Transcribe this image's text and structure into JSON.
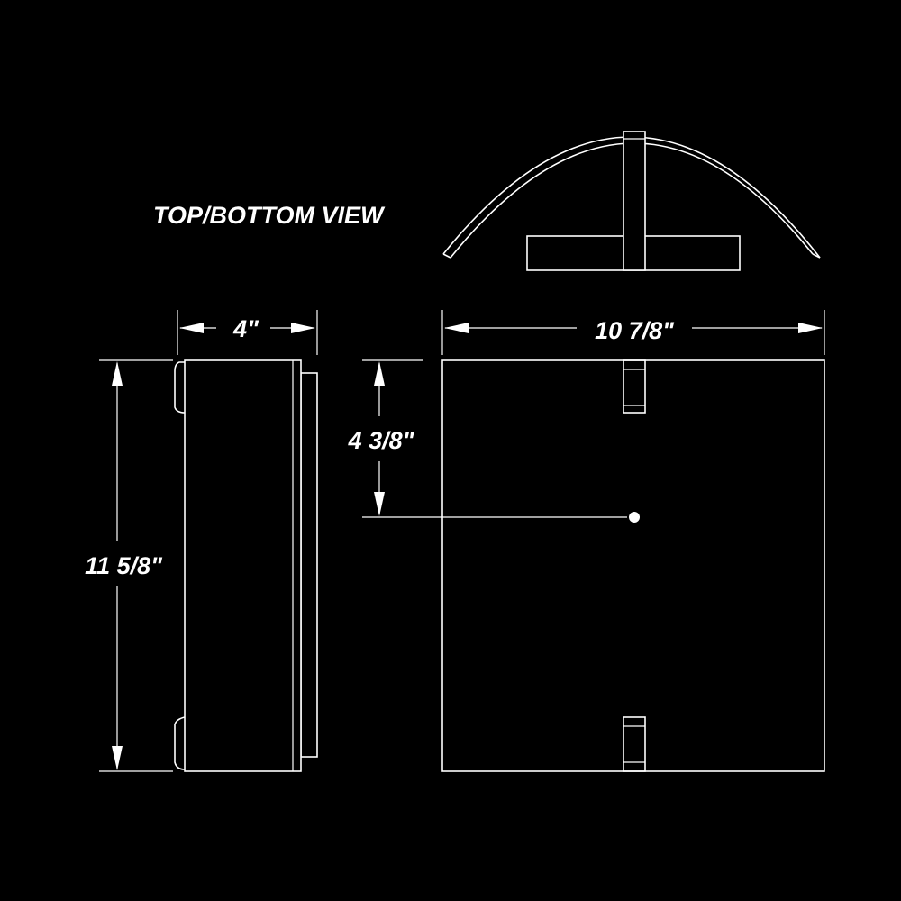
{
  "title": "TOP/BOTTOM VIEW",
  "dimensions": {
    "depth": "4\"",
    "width": "10 7/8\"",
    "height": "11 5/8\"",
    "center_height": "4 3/8\""
  },
  "colors": {
    "background": "#000000",
    "lines": "#ffffff"
  }
}
